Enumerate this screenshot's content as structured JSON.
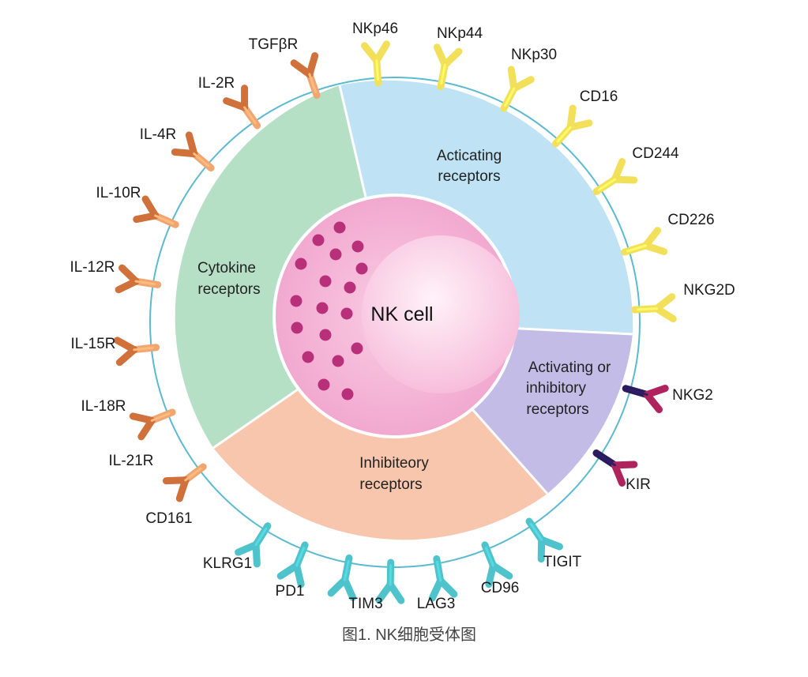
{
  "nucleus_label": "NK cell",
  "caption": "图1. NK细胞受体图",
  "sections": {
    "activating": {
      "line1": "Acticating",
      "line2": "receptors",
      "color": "#bfe3f5"
    },
    "cytokine": {
      "line1": "Cytokine",
      "line2": "receptors",
      "color": "#b6e0c6"
    },
    "inhibitory": {
      "line1": "Inhibiteory",
      "line2": "receptors",
      "color": "#f7c6ad"
    },
    "mixed": {
      "line1": "Activating or",
      "line2": "inhibitory",
      "line3": "receptors",
      "color": "#c3bce6"
    }
  },
  "colors": {
    "membrane": "#5bbad0",
    "cell_body": "#f5b8d8",
    "nucleus": "#fbd9ec",
    "granule": "#b8307a",
    "activating_receptor": "#f2e05a",
    "cytokine_receptor": "#d0703a",
    "inhibitory_receptor": "#4ec3cb",
    "mixed_receptor_stem": "#2a1b5c",
    "mixed_receptor_arms": "#b0245e"
  },
  "receptors": {
    "activating": [
      "NKp46",
      "NKp44",
      "NKp30",
      "CD16",
      "CD244",
      "CD226",
      "NKG2D"
    ],
    "mixed": [
      "NKG2",
      "KIR"
    ],
    "inhibitory": [
      "CD161",
      "KLRG1",
      "PD1",
      "TIM3",
      "LAG3",
      "CD96",
      "TIGIT"
    ],
    "cytokine": [
      "TGFβR",
      "IL-2R",
      "IL-4R",
      "IL-10R",
      "IL-12R",
      "IL-15R",
      "IL-18R",
      "IL-21R"
    ]
  }
}
